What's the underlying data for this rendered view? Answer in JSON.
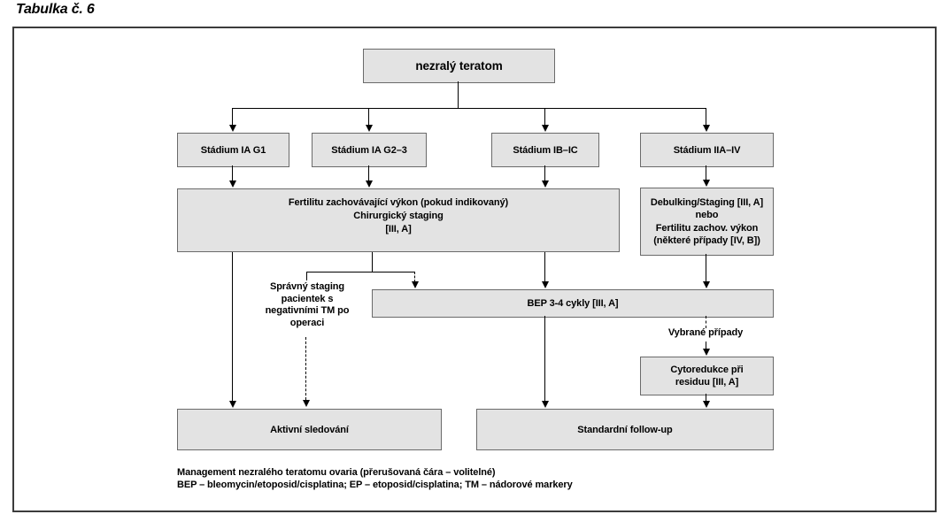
{
  "page_title": "Tabulka č. 6",
  "diagram": {
    "nodes": {
      "root": {
        "label": "nezralý teratom"
      },
      "stage_ia_g1": {
        "label": "Stádium IA G1"
      },
      "stage_ia_g23": {
        "label": "Stádium IA G2–3"
      },
      "stage_ib_ic": {
        "label": "Stádium IB–IC"
      },
      "stage_iia_iv": {
        "label": "Stádium IIA–IV"
      },
      "fertility": {
        "lines": [
          "Fertilitu zachovávající výkon (pokud indikovaný)",
          "Chirurgický staging",
          "[III, A]"
        ]
      },
      "debulking": {
        "lines": [
          "Debulking/Staging [III, A]",
          "nebo",
          "Fertilitu zachov. výkon",
          "(některé případy [IV, B])"
        ]
      },
      "bep": {
        "label": "BEP 3-4 cykly [III, A]"
      },
      "cytoreduction": {
        "lines": [
          "Cytoredukce při",
          "residuu [III, A]"
        ]
      },
      "active_surveillance": {
        "label": "Aktivní sledování"
      },
      "standard_followup": {
        "label": "Standardní follow-up"
      }
    },
    "annotations": {
      "spravny_staging": {
        "lines": [
          "Správný staging",
          "pacientek s",
          "negativními TM po",
          "operaci"
        ]
      },
      "vybrane_pripady": {
        "label": "Vybrané případy"
      }
    },
    "legend": {
      "line1": "Management nezralého teratomu ovaria (přerušovaná čára – volitelné)",
      "line2": "BEP – bleomycin/etoposid/cisplatina; EP – etoposid/cisplatina; TM – nádorové markery"
    },
    "colors": {
      "node_fill": "#e3e3e3",
      "node_border": "#6a6a6a",
      "connector": "#000000",
      "frame_border": "#3c3c3c"
    }
  }
}
